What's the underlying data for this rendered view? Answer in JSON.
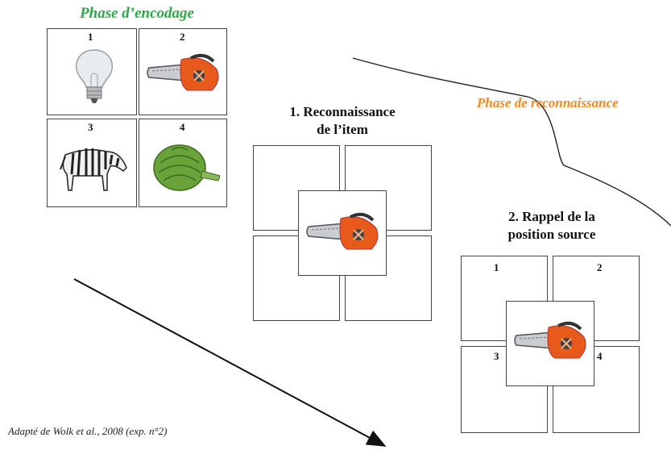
{
  "encoding": {
    "title": "Phase d’encodage",
    "cells": [
      {
        "num": "1",
        "icon": "lightbulb-icon"
      },
      {
        "num": "2",
        "icon": "chainsaw-icon"
      },
      {
        "num": "3",
        "icon": "zebra-icon"
      },
      {
        "num": "4",
        "icon": "artichoke-icon"
      }
    ]
  },
  "recognition": {
    "title": "Phase de reconnaissance",
    "step1": {
      "line1": "1. Reconnaissance",
      "line2": "de l’item",
      "icon": "chainsaw-icon"
    },
    "step2": {
      "line1": "2. Rappel de la",
      "line2": "position source",
      "icon": "chainsaw-icon",
      "nums": [
        "1",
        "2",
        "3",
        "4"
      ]
    }
  },
  "caption": "Adapté de Wolk et al., 2008 (exp. n°2)",
  "colors": {
    "encoding_title": "#2fa84a",
    "recognition_title": "#f18a24",
    "chainsaw_body": "#e8591c",
    "artichoke": "#6aa33a"
  }
}
